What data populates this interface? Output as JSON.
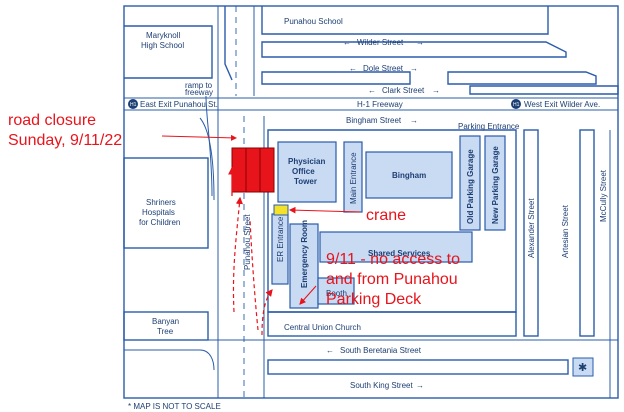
{
  "colors": {
    "line": "#2a5caa",
    "building": "#c9daf3",
    "text": "#1d3f73",
    "annotation": "#e8141c",
    "closure_fill": "#e8141c",
    "crane_marker": "#f3e12a"
  },
  "labels": {
    "punahou_school": "Punahou School",
    "wilder_street": "Wilder Street",
    "dole_street": "Dole Street",
    "clark_street": "Clark Street",
    "maryknoll": "Maryknoll",
    "high_school": "High School",
    "ramp_to": "ramp to",
    "freeway_ramp": "freeway",
    "exit_h1": "H1",
    "east_exit": "East Exit Punahou St.",
    "h1_freeway": "H-1 Freeway",
    "west_exit": "West Exit Wilder Ave.",
    "bingham_street": "Bingham Street",
    "parking_entrance": "Parking Entrance",
    "physician_1": "Physician",
    "physician_2": "Office",
    "physician_3": "Tower",
    "main_entrance": "Main Entrance",
    "bingham_bldg": "Bingham",
    "old_parking": "Old Parking Garage",
    "new_parking": "New Parking Garage",
    "alexander_street": "Alexander Street",
    "artesian_street": "Artesian Street",
    "mccully_street": "McCully Street",
    "shriners_1": "Shriners",
    "shriners_2": "Hospitals",
    "shriners_3": "for Children",
    "punahou_street": "Punahou Street",
    "er_entrance": "ER Entrance",
    "emergency_room": "Emergency Room",
    "shared_services": "Shared Services",
    "booth": "Booth",
    "banyan_1": "Banyan",
    "banyan_2": "Tree",
    "central_union": "Central Union Church",
    "south_beretania": "South Beretania Street",
    "south_king": "South King Street",
    "asterisk": "✱",
    "not_to_scale": "* MAP IS NOT TO SCALE"
  },
  "annotations": {
    "road_closure_1": "road closure",
    "road_closure_2": "Sunday, 9/11/22",
    "crane": "crane",
    "no_access_1": "9/11 - no access to",
    "no_access_2": "and from Punahou",
    "no_access_3": "Parking Deck"
  }
}
